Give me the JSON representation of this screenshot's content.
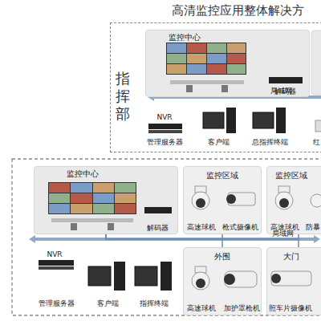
{
  "diagram": {
    "title": "高清监控应用整体解决方",
    "nodes": [
      {
        "text": [
          "指挥部"
        ]
      },
      {
        "text": [
          "监控中心",
          "解码器"
        ],
        "in": 0
      },
      {
        "text": [
          "监控中心",
          "解码器"
        ]
      },
      {
        "text": [
          "监控区域",
          "高速球机",
          "枪式摄像机"
        ]
      },
      {
        "text": [
          "监控区域",
          "高速球机",
          "防暴"
        ]
      },
      {
        "text": [
          "外围",
          "高速球机",
          "加护罩枪机"
        ]
      },
      {
        "text": [
          "大门",
          "照车片摄像机"
        ]
      }
    ],
    "edges": [
      {
        "from": 2,
        "to": 3,
        "arrow": "none"
      },
      {
        "from": 2,
        "to": 4,
        "arrow": "none"
      },
      {
        "from": 2,
        "to": 5,
        "arrow": "none"
      },
      {
        "from": 2,
        "to": 6,
        "arrow": "none"
      }
    ],
    "labels": [
      "局域网",
      "NVR",
      "管理服务器",
      "客户端",
      "总指挥终端",
      "红",
      "局域网",
      "NVR",
      "管理服务器",
      "客户端",
      "指挥终端"
    ]
  }
}
